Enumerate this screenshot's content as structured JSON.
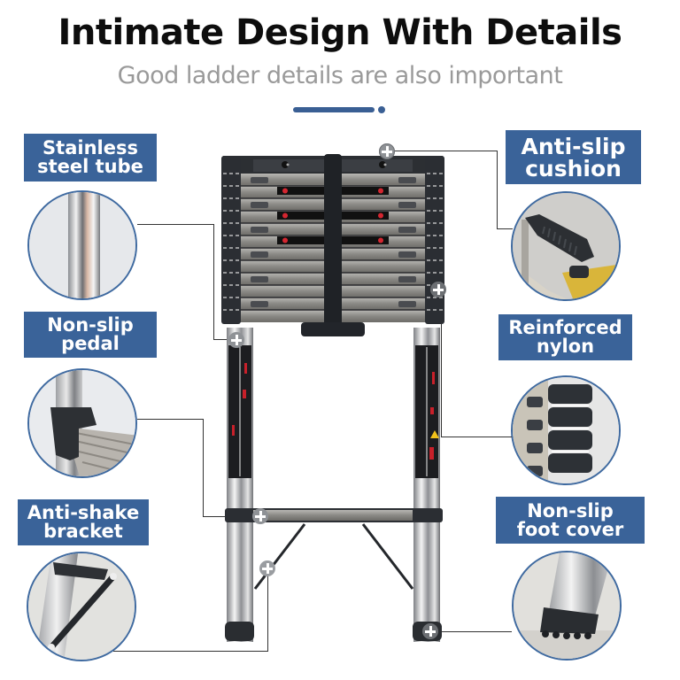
{
  "header": {
    "title": "Intimate Design With Details",
    "subtitle": "Good ladder details are also important"
  },
  "colors": {
    "accent": "#3a6399",
    "title": "#0d0d0d",
    "subtitle": "#9a9a9a",
    "circle_border": "#3f6aa0"
  },
  "features": {
    "left": [
      {
        "line1": "Stainless",
        "line2": "steel tube",
        "image": "stainless-steel-tube-closeup"
      },
      {
        "line1": "Non-slip",
        "line2": "pedal",
        "image": "non-slip-pedal-closeup"
      },
      {
        "line1": "Anti-shake",
        "line2": "bracket",
        "image": "anti-shake-bracket-closeup"
      }
    ],
    "right": [
      {
        "line1": "Anti-slip",
        "line2": "cushion",
        "image": "anti-slip-cushion-closeup"
      },
      {
        "line1": "Reinforced",
        "line2": "nylon",
        "image": "reinforced-nylon-closeup"
      },
      {
        "line1": "Non-slip",
        "line2": "foot cover",
        "image": "non-slip-foot-cover-closeup"
      }
    ]
  },
  "product": {
    "name": "telescopic-ladder",
    "rung_count": 13
  }
}
